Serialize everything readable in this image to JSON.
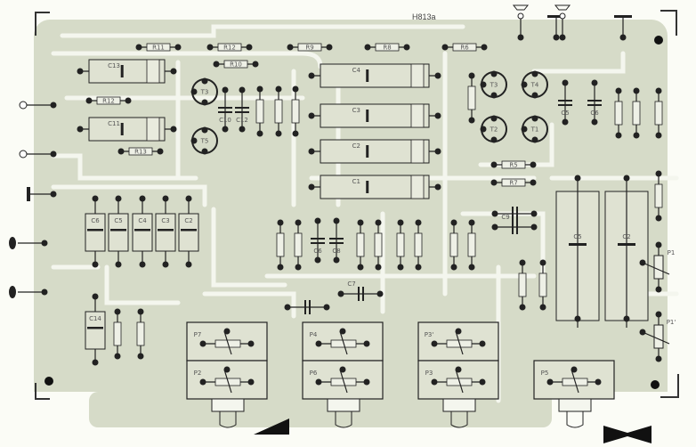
{
  "board": {
    "code": "H813a",
    "colors": {
      "substrate": "#d6dbc8",
      "track": "#f4f6ee",
      "ink": "#222222",
      "paper": "#fbfcf6"
    }
  },
  "components": {
    "caps_large": [
      "C4",
      "C3",
      "C2",
      "C1"
    ],
    "caps_left": [
      "C13",
      "C11"
    ],
    "caps_small": [
      "C10",
      "C12",
      "C5",
      "C6",
      "C6",
      "C8",
      "C7",
      "C9"
    ],
    "caps_bottom_right": [
      "C5",
      "C2"
    ],
    "resistors": [
      "R11",
      "R12",
      "R9",
      "R8",
      "R6",
      "R10",
      "R12",
      "R13",
      "R5",
      "R7"
    ],
    "transistors": [
      "T3",
      "T5",
      "T3",
      "T4",
      "T2",
      "T1"
    ],
    "pots": [
      "P7",
      "P2",
      "P4",
      "P6",
      "P3'",
      "P3",
      "P5"
    ],
    "trimmers": [
      "P1",
      "P1'"
    ],
    "tantalum": [
      "C6",
      "C5",
      "C4",
      "C3",
      "C2"
    ],
    "cap_bottom_left": "C14"
  }
}
